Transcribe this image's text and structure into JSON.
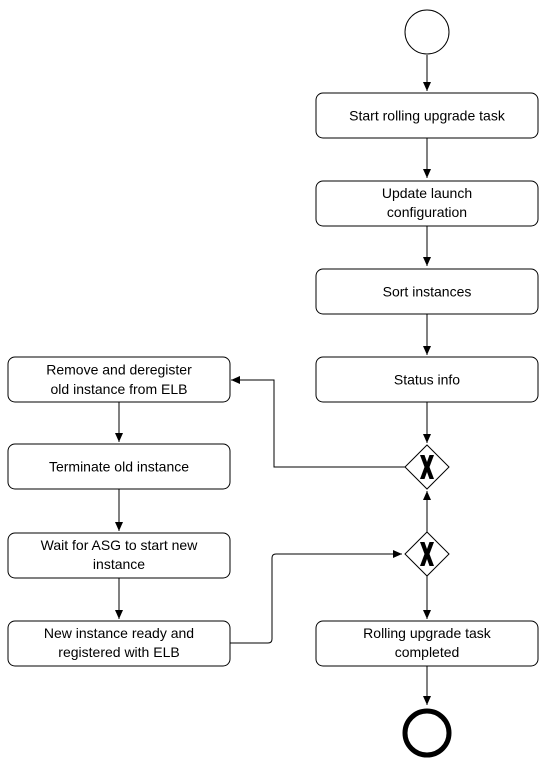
{
  "diagram": {
    "type": "BPMN activity flow",
    "nodes": {
      "start_event": {
        "kind": "start-event"
      },
      "start_task": {
        "label_lines": [
          "Start rolling upgrade task"
        ]
      },
      "update_launch": {
        "label_lines": [
          "Update launch",
          "configuration"
        ]
      },
      "sort_instances": {
        "label_lines": [
          "Sort instances"
        ]
      },
      "status_info": {
        "label_lines": [
          "Status info"
        ]
      },
      "gateway_split": {
        "kind": "exclusive-gateway"
      },
      "gateway_merge": {
        "kind": "exclusive-gateway"
      },
      "remove_deregister": {
        "label_lines": [
          "Remove and deregister",
          "old instance from ELB"
        ]
      },
      "terminate_old": {
        "label_lines": [
          "Terminate old instance"
        ]
      },
      "wait_asg": {
        "label_lines": [
          "Wait for ASG to start new",
          "instance"
        ]
      },
      "new_instance_ready": {
        "label_lines": [
          "New instance ready and",
          "registered with ELB"
        ]
      },
      "task_completed": {
        "label_lines": [
          "Rolling upgrade task",
          "completed"
        ]
      },
      "end_event": {
        "kind": "end-event"
      }
    },
    "edges": [
      {
        "from": "start_event",
        "to": "start_task"
      },
      {
        "from": "start_task",
        "to": "update_launch"
      },
      {
        "from": "update_launch",
        "to": "sort_instances"
      },
      {
        "from": "sort_instances",
        "to": "status_info"
      },
      {
        "from": "status_info",
        "to": "gateway_split"
      },
      {
        "from": "gateway_split",
        "to": "remove_deregister"
      },
      {
        "from": "remove_deregister",
        "to": "terminate_old"
      },
      {
        "from": "terminate_old",
        "to": "wait_asg"
      },
      {
        "from": "wait_asg",
        "to": "new_instance_ready"
      },
      {
        "from": "new_instance_ready",
        "to": "gateway_merge"
      },
      {
        "from": "gateway_merge",
        "to": "gateway_split"
      },
      {
        "from": "gateway_merge",
        "to": "task_completed"
      },
      {
        "from": "task_completed",
        "to": "end_event"
      }
    ]
  }
}
